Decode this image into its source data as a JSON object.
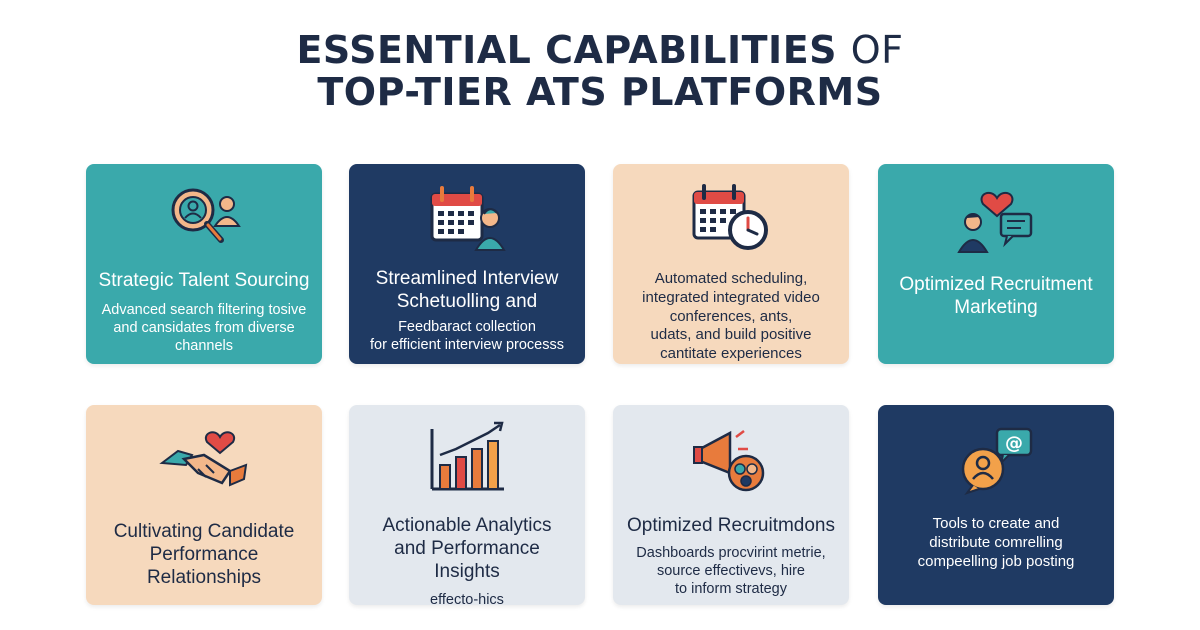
{
  "header": {
    "title_line1_main": "ESSENTIAL CAPABILITIES",
    "title_line1_tail": "OF",
    "title_line2": "TOP-TIER ATS PLATFORMS"
  },
  "colors": {
    "teal": "#3aa9ab",
    "navy": "#1f3a63",
    "peach": "#f6d9bd",
    "light": "#e3e8ee",
    "accent_orange": "#e87b3c",
    "accent_red": "#e04b45"
  },
  "cards": [
    {
      "icon": "search-person-icon",
      "title": "Strategic Talent Sourcing",
      "description": "Advanced search filtering tosive\nand cansidates from diverse channels"
    },
    {
      "icon": "calendar-person-icon",
      "title": "Streamlined Interview\nSchetuolling and",
      "description": "Feedbaract collection\nfor efficient interview processs"
    },
    {
      "icon": "calendar-clock-icon",
      "title": "",
      "description": "Automated scheduling,\nintegrated integrated video\nconferences, ants,\nudats, and build positive\ncantitate experiences"
    },
    {
      "icon": "person-heart-chat-icon",
      "title": "Optimized Recruitment\nMarketing",
      "description": ""
    },
    {
      "icon": "handshake-heart-icon",
      "title": "Cultivating Candidate\nPerformance\nRelationships",
      "description": ""
    },
    {
      "icon": "bar-chart-growth-icon",
      "title": "Actionable Analytics\nand Performance Insights",
      "description": "effecto-hics\ninform strategy"
    },
    {
      "icon": "megaphone-audience-icon",
      "title": "Optimized Recruitmdons",
      "description": "Dashboards procvirint metrie,\nsource effectivevs, hire\nto inform strategy"
    },
    {
      "icon": "person-chat-at-icon",
      "title": "",
      "description": "Tools to create and\ndistribute comrelling\ncompeelling job posting"
    }
  ]
}
